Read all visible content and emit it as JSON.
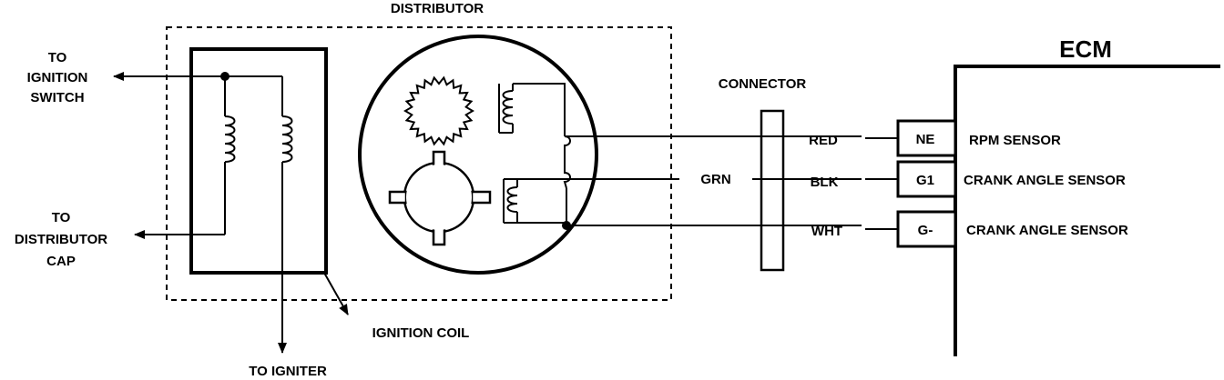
{
  "labels": {
    "distributor": "DISTRIBUTOR",
    "to_ignition_switch": [
      "TO",
      "IGNITION",
      "SWITCH"
    ],
    "to_distributor_cap": [
      "TO",
      "DISTRIBUTOR",
      "CAP"
    ],
    "to_igniter": "TO IGNITER",
    "ignition_coil": "IGNITION COIL",
    "connector": "CONNECTOR",
    "ecm": "ECM",
    "grn": "GRN"
  },
  "wires": [
    {
      "color": "RED",
      "pin": "NE",
      "sensor": "RPM SENSOR"
    },
    {
      "color": "BLK",
      "pin": "G1",
      "sensor": "CRANK ANGLE SENSOR"
    },
    {
      "color": "WHT",
      "pin": "G-",
      "sensor": "CRANK ANGLE SENSOR"
    }
  ]
}
